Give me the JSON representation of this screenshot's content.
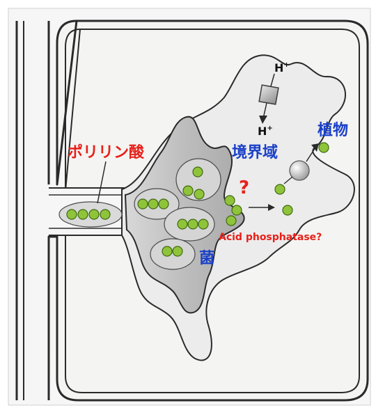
{
  "labels": {
    "polyphosphate": "ポリリン酸",
    "interface": "境界域",
    "plant": "植物",
    "fungus": "菌",
    "question": "?",
    "enzyme": "Acid phosphatase?",
    "proton_top": "H",
    "proton_bottom": "H",
    "proton_charge": "+"
  },
  "colors": {
    "red_label": "#e8201a",
    "blue_label": "#1a40c8",
    "granule_fill": "#8fc43a",
    "granule_stroke": "#3f6a12",
    "cell_fill": "#f5f6f2",
    "interface_fill": "#ededed",
    "fungus_fill": "#bfbfbf",
    "outline": "#2a2a2a"
  }
}
